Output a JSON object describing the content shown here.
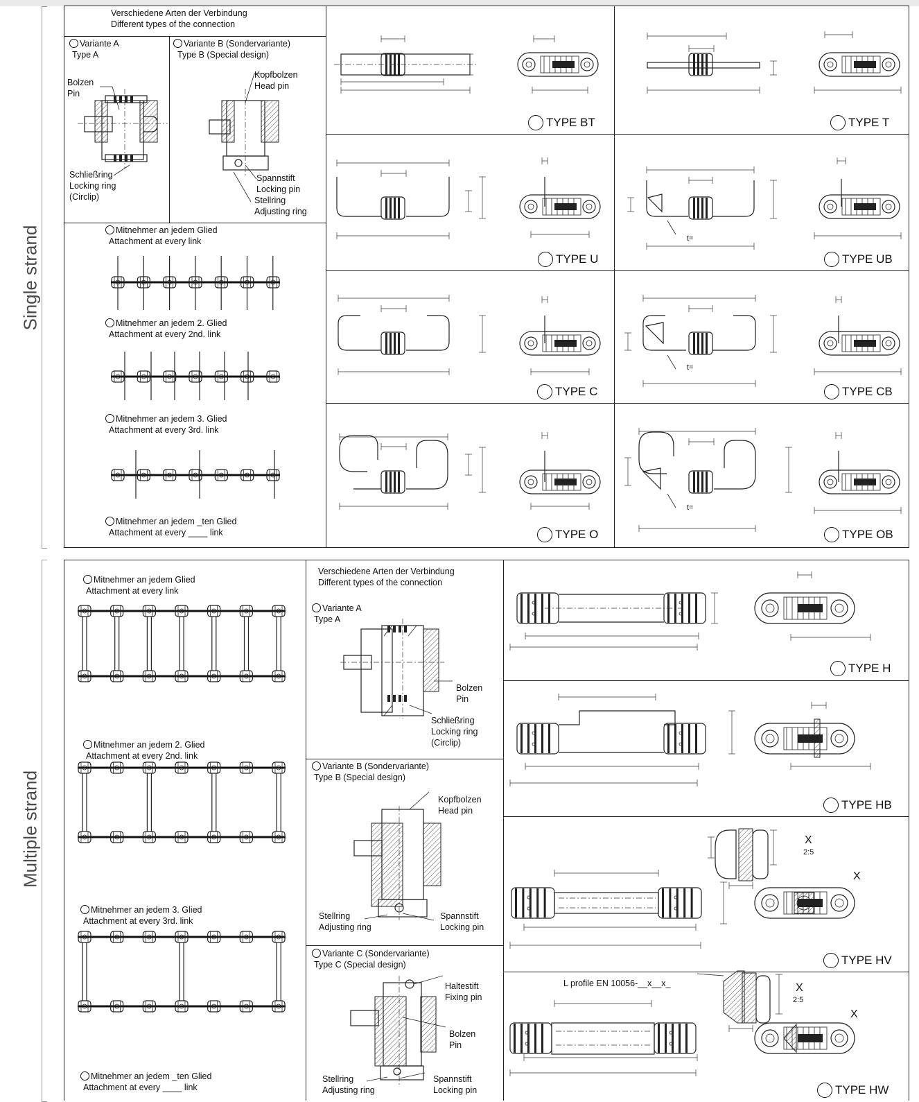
{
  "side_labels": {
    "single": "Single strand",
    "multiple": "Multiple strand"
  },
  "single": {
    "connection_title_de": "Verschiedene Arten der Verbindung",
    "connection_title_en": "Different types of the connection",
    "variant_a_de": "Variante A",
    "variant_a_en": "Type A",
    "variant_b_de": "Variante B (Sondervariante)",
    "variant_b_en": "Type B    (Special design)",
    "pin_de": "Bolzen",
    "pin_en": "Pin",
    "locking_ring_de": "Schließring",
    "locking_ring_en": "Locking ring",
    "locking_ring_note": "(Circlip)",
    "head_pin_de": "Kopfbolzen",
    "head_pin_en": "Head pin",
    "locking_pin_de": "Spannstift",
    "locking_pin_en": "Locking pin",
    "adjusting_ring_de": "Stellring",
    "adjusting_ring_en": "Adjusting ring",
    "every_link_de": "Mitnehmer an jedem Glied",
    "every_link_en": "Attachment at every link",
    "every_2nd_de": "Mitnehmer an jedem 2. Glied",
    "every_2nd_en": "Attachment at every 2nd. link",
    "every_3rd_de": "Mitnehmer an jedem 3. Glied",
    "every_3rd_en": "Attachment at every 3rd. link",
    "every_nth_de": "Mitnehmer an jedem _ten Glied",
    "every_nth_en": "Attachment at every ____ link",
    "types": [
      "TYPE BT",
      "TYPE T",
      "TYPE U",
      "TYPE UB",
      "TYPE C",
      "TYPE CB",
      "TYPE O",
      "TYPE OB"
    ],
    "t_label": "t="
  },
  "multiple": {
    "every_link_de": "Mitnehmer an jedem Glied",
    "every_link_en": "Attachment at every link",
    "every_2nd_de": "Mitnehmer an jedem 2. Glied",
    "every_2nd_en": "Attachment at every 2nd. link",
    "every_3rd_de": "Mitnehmer an jedem 3. Glied",
    "every_3rd_en": "Attachment at every 3rd. link",
    "every_nth_de": "Mitnehmer an jedem _ten Glied",
    "every_nth_en": "Attachment at every ____ link",
    "connection_title_de": "Verschiedene Arten der Verbindung",
    "connection_title_en": "Different types of the connection",
    "variant_a_de": "Variante A",
    "variant_a_en": "Type A",
    "pin_de": "Bolzen",
    "pin_en": "Pin",
    "locking_ring_de": "Schließring",
    "locking_ring_en": "Locking ring",
    "locking_ring_note": "(Circlip)",
    "variant_b_de": "Variante B (Sondervariante)",
    "variant_b_en": "Type B    (Special design)",
    "head_pin_de": "Kopfbolzen",
    "head_pin_en": "Head pin",
    "adjusting_ring_de": "Stellring",
    "adjusting_ring_en": "Adjusting ring",
    "locking_pin_de": "Spannstift",
    "locking_pin_en": "Locking pin",
    "variant_c_de": "Variante C (Sondervariante)",
    "variant_c_en": "Type C    (Special design)",
    "fixing_pin_de": "Haltestift",
    "fixing_pin_en": "Fixing pin",
    "types": [
      "TYPE H",
      "TYPE HB",
      "TYPE HV",
      "TYPE HW"
    ],
    "x_label": "X",
    "scale": "2:5",
    "l_profile": "L profile EN 10056-__x__x_"
  }
}
